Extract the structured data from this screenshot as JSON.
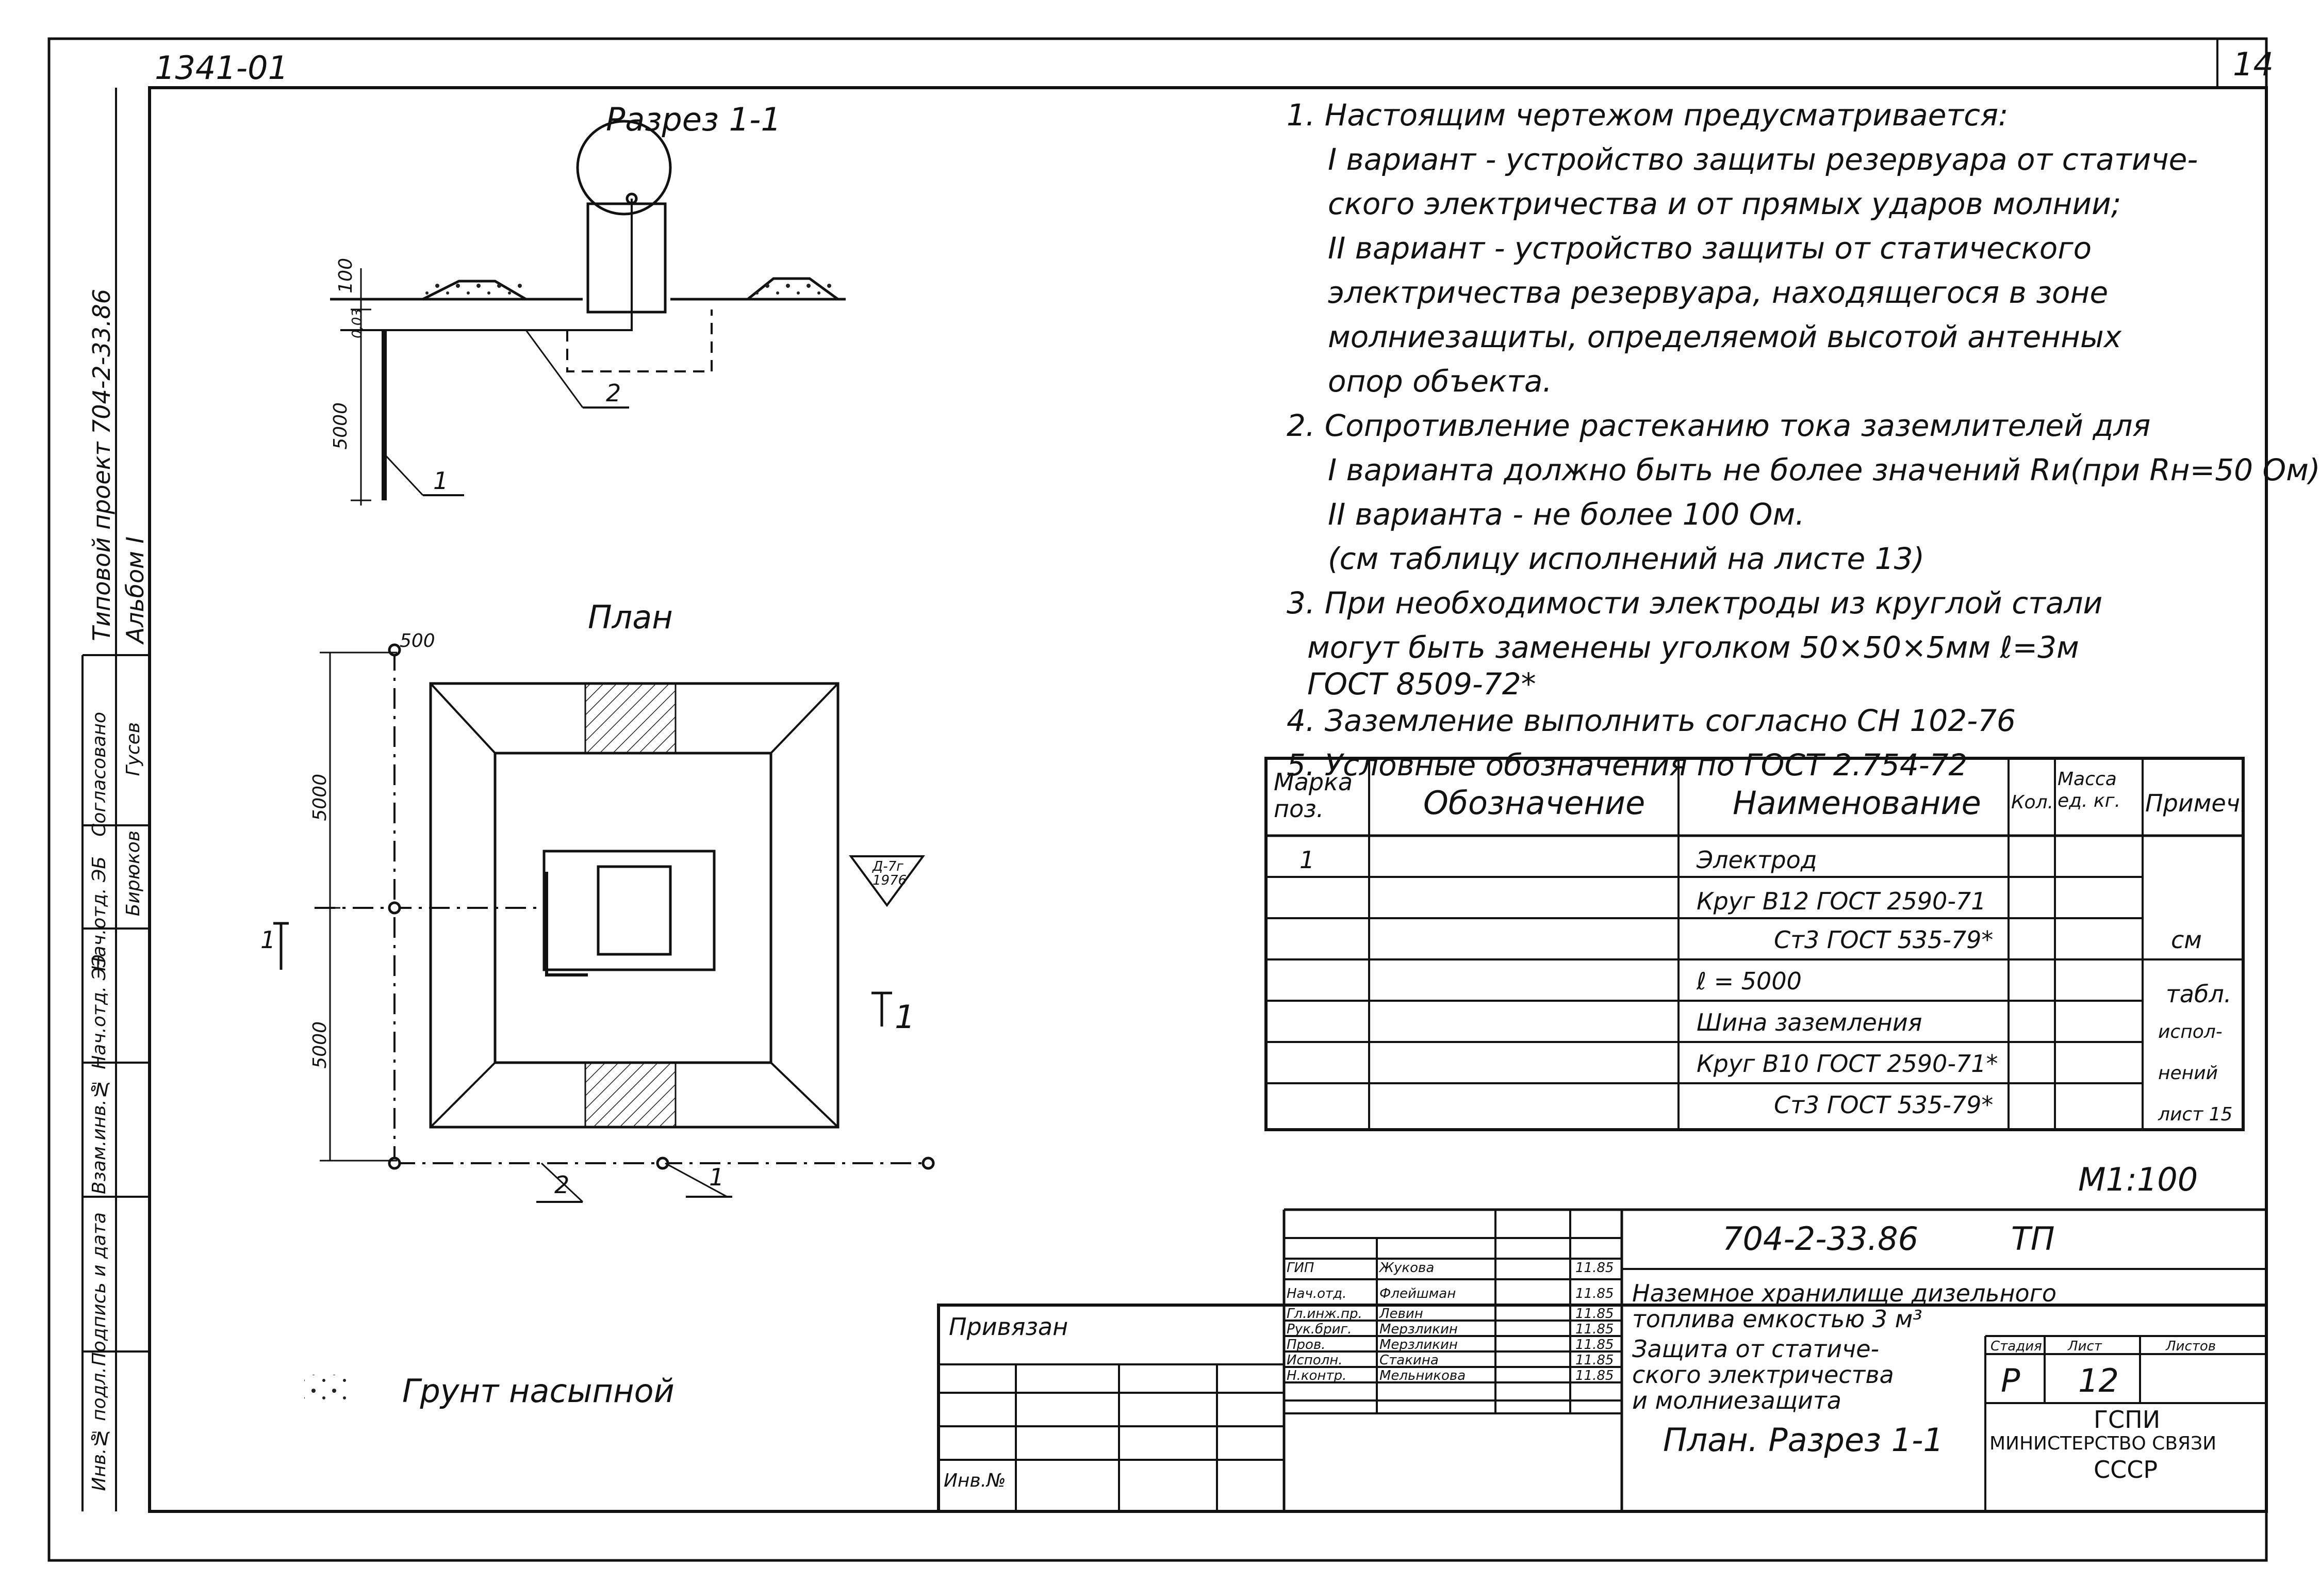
{
  "sheet": {
    "project_code": "1341-01",
    "page_number": "14",
    "section_title": "Разрез 1-1",
    "plan_title": "План",
    "scale": "М1:100",
    "legend_label": "Грунт насыпной",
    "cut_label": "1",
    "dims": {
      "d100": "100",
      "d003": "0,03",
      "d5000_a": "5000",
      "d500": "500",
      "d5000_b": "5000",
      "d5000_c": "5000"
    },
    "callouts": {
      "c1_section": "1",
      "c2_section": "2",
      "c1_plan": "1",
      "c2_plan": "2"
    },
    "marker": {
      "line1": "Д-7г",
      "line2": "1976"
    }
  },
  "side_stamp": {
    "album_line1": "Типовой проект 704-2-33.86",
    "album_line2": "Альбом I",
    "cells": [
      "Согласовано",
      "Нач.отд. ЭБ",
      "Нач.отд. ЭЭ",
      "Взам.инв.№",
      "Подпись и дата",
      "Инв.№ подл.",
      "Бирюков",
      "Гусев"
    ]
  },
  "notes": [
    "1.  Настоящим  чертежом  предусматривается:",
    "I вариант - устройство защиты резервуара от статиче-",
    "ского электричества и от прямых ударов молнии;",
    "II вариант - устройство защиты от статического",
    "электричества резервуара, находящегося в зоне",
    "молниезащиты, определяемой высотой антенных",
    "опор объекта.",
    "2.  Сопротивление растеканию тока заземлителей для",
    "I варианта должно быть не более значений Rи(при Rн=50 Ом)",
    "II варианта - не более 100 Ом.",
    "(см таблицу исполнений на листе 13)",
    "3. При необходимости электроды из круглой стали",
    "могут быть заменены уголком 50×50×5мм  ℓ=3м",
    "ГОСТ 8509-72*",
    "4. Заземление выполнить согласно СН 102-76",
    "5. Условные обозначения по ГОСТ 2.754-72"
  ],
  "spec_table": {
    "headers": [
      "Марка поз.",
      "Обозначение",
      "Наименование",
      "Кол.",
      "Масса ед. кг.",
      "Примеч."
    ],
    "rows": [
      {
        "pos": "1",
        "designation": "",
        "name": "Электрод",
        "qty": "",
        "mass": "",
        "note": ""
      },
      {
        "pos": "",
        "designation": "",
        "name": "Круг  В12 ГОСТ 2590-71",
        "qty": "",
        "mass": "",
        "note": ""
      },
      {
        "pos": "",
        "designation": "",
        "name": "Ст3 ГОСТ 535-79*",
        "qty": "",
        "mass": "",
        "note": "см"
      },
      {
        "pos": "",
        "designation": "",
        "name": "ℓ = 5000",
        "qty": "",
        "mass": "",
        "note": "табл."
      },
      {
        "pos": "",
        "designation": "",
        "name": "Шина  заземления",
        "qty": "",
        "mass": "",
        "note": "испол-"
      },
      {
        "pos": "",
        "designation": "",
        "name": "Круг  В10 ГОСТ 2590-71*",
        "qty": "",
        "mass": "",
        "note": "нений"
      },
      {
        "pos": "",
        "designation": "",
        "name": "Ст3 ГОСТ 535-79*",
        "qty": "",
        "mass": "",
        "note": "лист 15"
      }
    ]
  },
  "title_block": {
    "doc_code": "704-2-33.86",
    "doc_type": "ТП",
    "roles": [
      {
        "role": "ГИП",
        "name": "Жукова",
        "date": "11.85"
      },
      {
        "role": "Нач.отд.",
        "name": "Флейшман",
        "date": "11.85"
      },
      {
        "role": "Гл.инж.пр.",
        "name": "Левин",
        "date": "11.85"
      },
      {
        "role": "Рук.бриг.",
        "name": "Мерзликин",
        "date": "11.85"
      },
      {
        "role": "Пров.",
        "name": "Мерзликин",
        "date": "11.85"
      },
      {
        "role": "Исполн.",
        "name": "Стакина",
        "date": "11.85"
      },
      {
        "role": "Н.контр.",
        "name": "Мельникова",
        "date": "11.85"
      }
    ],
    "object_name": [
      "Наземное хранилище дизельного",
      "топлива емкостью 3 м³"
    ],
    "drawing_name": [
      "Защита от статиче-",
      "ского электричества",
      "и молниезащита"
    ],
    "sheet_name": "План. Разрез 1-1",
    "stage_label": "Стадия",
    "sheet_label": "Лист",
    "sheets_label": "Листов",
    "stage": "Р",
    "sheet": "12",
    "sheets": "",
    "org": [
      "ГСПИ",
      "МИНИСТЕРСТВО СВЯЗИ",
      "СССР"
    ],
    "privyazan": "Привязан",
    "inv_no": "Инв.№"
  }
}
